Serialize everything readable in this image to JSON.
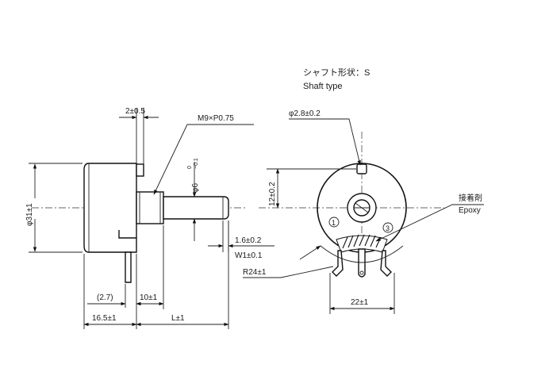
{
  "header": {
    "shaft_type_jp": "シャフト形状：S",
    "shaft_type_en": "Shaft type"
  },
  "side_view": {
    "dim_top_gap": "2±0.5",
    "thread_spec": "M9×P0.75",
    "shaft_dia": "φ6",
    "shaft_dia_tol_upper": "0",
    "shaft_dia_tol_lower": "−0.1",
    "body_dia": "φ31±1",
    "slot_depth": "1.6±0.2",
    "slot_width": "W1±0.1",
    "ref_27": "(2.7)",
    "bushing_len": "10±1",
    "body_len": "16.5±1",
    "shaft_len": "L±1"
  },
  "rear_view": {
    "pin_dia": "φ2.8±0.2",
    "pin_offset": "12±0.2",
    "adhesive_jp": "接着剤",
    "adhesive_en": "Epoxy",
    "terminal_1": "1",
    "terminal_3": "3",
    "terminal_radius": "R24±1",
    "terminal_span": "22±1"
  }
}
